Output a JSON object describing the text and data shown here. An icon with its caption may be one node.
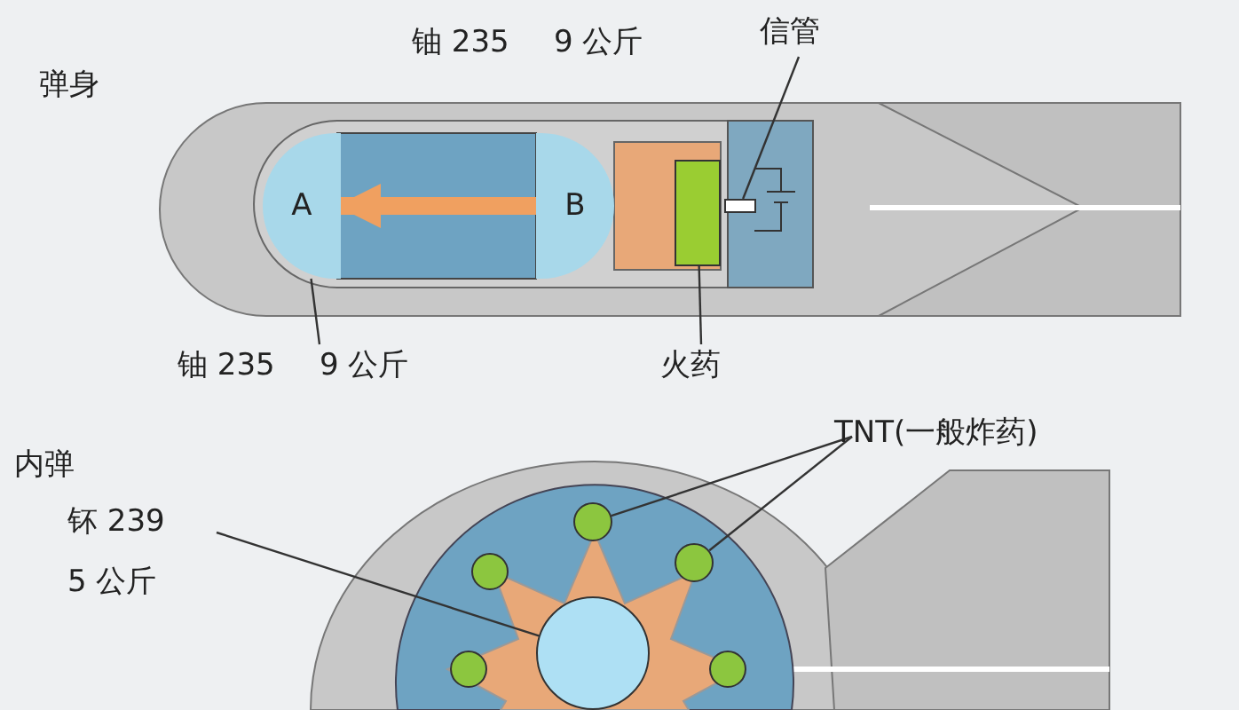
{
  "diagram": {
    "nodes": [
      {
        "text": [
          "A"
        ]
      },
      {
        "text": [
          "B"
        ]
      },
      {
        "text": [
          "火药"
        ]
      },
      {
        "text": [],
        "shape": "box"
      },
      {
        "text": [
          "信管"
        ]
      },
      {
        "text": [],
        "shape": "box"
      },
      {
        "text": [
          "铀 235",
          "9 公斤"
        ]
      },
      {
        "text": [
          "TNT(一般炸药)"
        ]
      },
      {
        "text": [],
        "shape": "circle"
      },
      {
        "text": [],
        "shape": "circle"
      },
      {
        "text": [
          "钚 239",
          "5 公斤"
        ]
      },
      {
        "text": [],
        "shape": "circle"
      }
    ],
    "edges": [
      {
        "from": 1,
        "to": 0,
        "arrow": "to",
        "style": "thick",
        "color": "#f0a060"
      },
      {
        "from": 2,
        "to": 3,
        "arrow": "none"
      },
      {
        "from": 4,
        "to": 5,
        "arrow": "none"
      },
      {
        "from": 6,
        "to": 0,
        "arrow": "none"
      },
      {
        "from": 7,
        "to": 8,
        "arrow": "none"
      },
      {
        "from": 7,
        "to": 9,
        "arrow": "none"
      },
      {
        "from": 10,
        "to": 11,
        "arrow": "none"
      }
    ],
    "labels": [
      "弹身",
      "铀 235",
      "9 公斤",
      "内弹"
    ]
  }
}
